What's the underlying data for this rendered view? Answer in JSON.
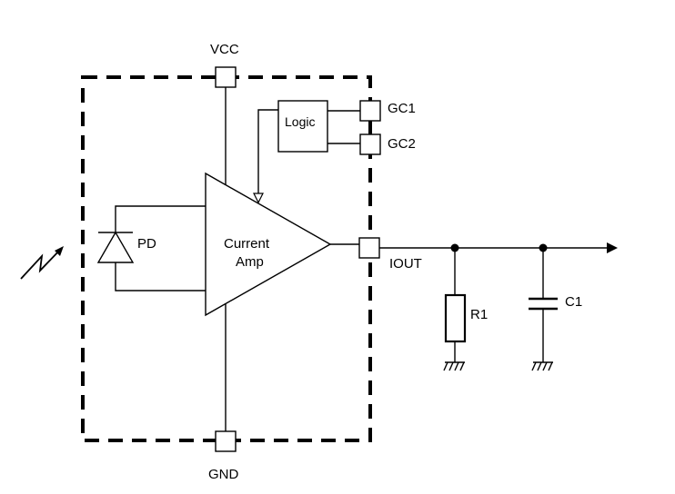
{
  "labels": {
    "vcc": "VCC",
    "gnd": "GND",
    "gc1": "GC1",
    "gc2": "GC2",
    "iout": "IOUT",
    "logic": "Logic",
    "pd": "PD",
    "amp_line1": "Current",
    "amp_line2": "Amp",
    "r1": "R1",
    "c1": "C1"
  },
  "colors": {
    "stroke": "#000000",
    "background": "#ffffff"
  }
}
